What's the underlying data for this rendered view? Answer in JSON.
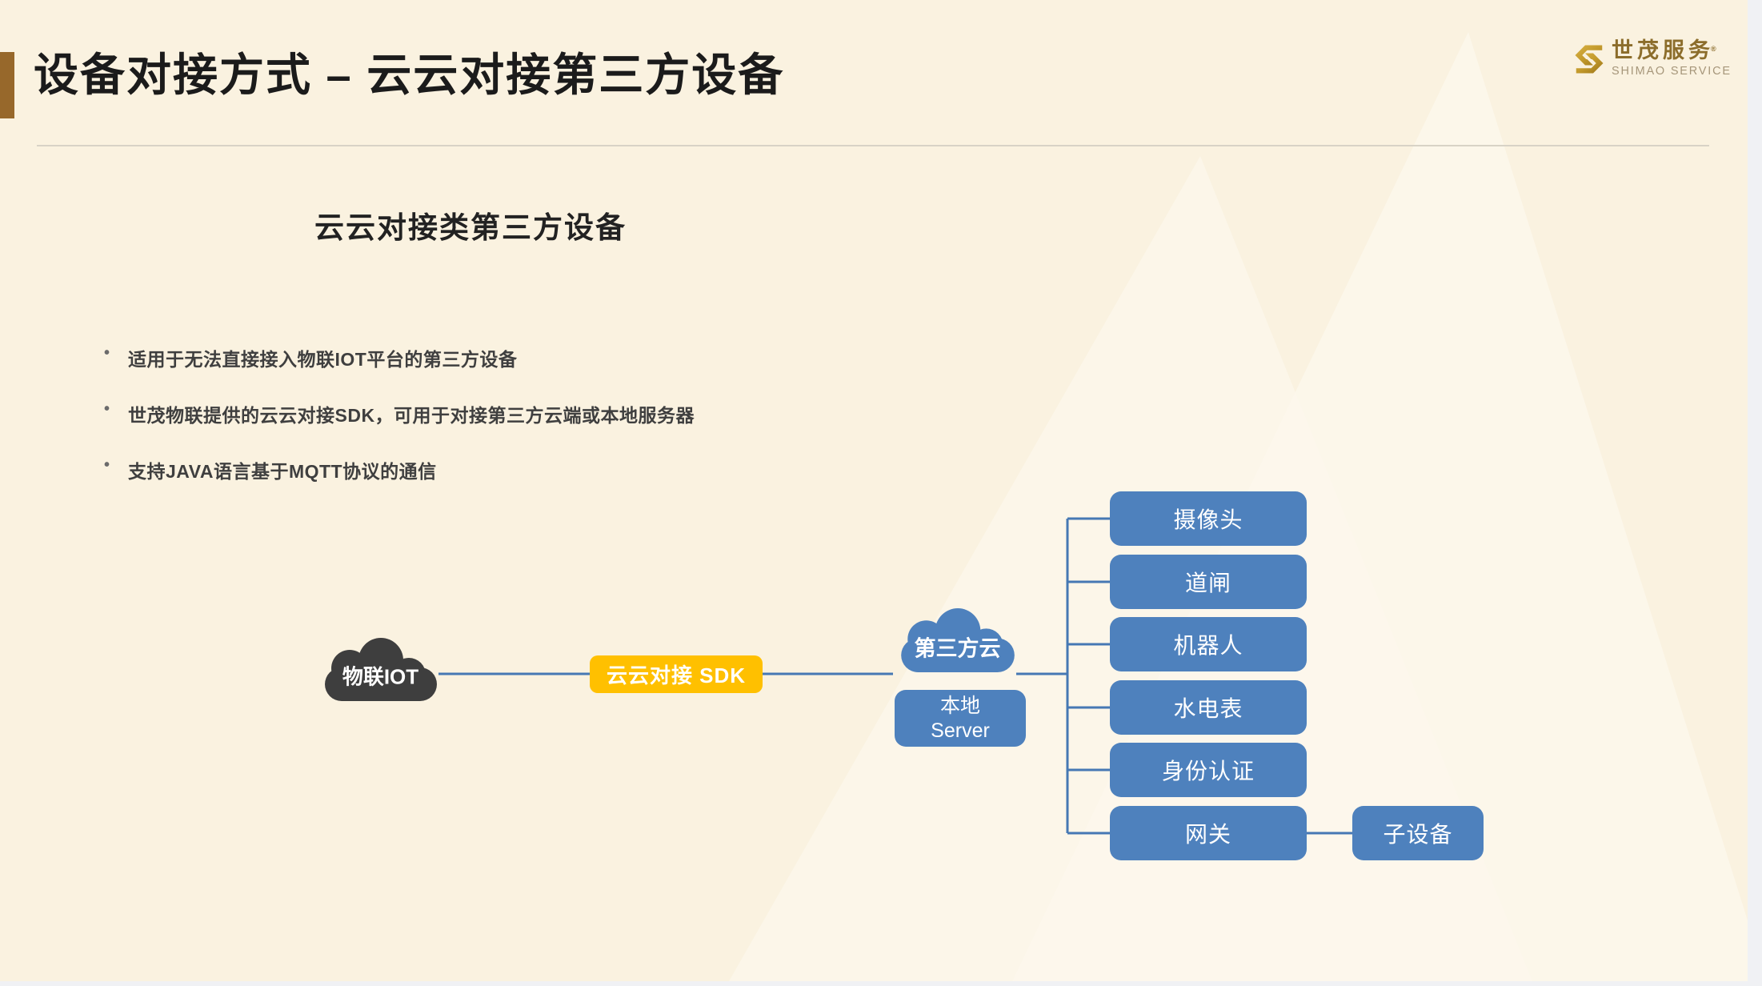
{
  "page": {
    "title": "设备对接方式 – 云云对接第三方设备"
  },
  "logo": {
    "name_cn": "世茂服务",
    "reg_mark": "®",
    "name_en": "SHIMAO SERVICE"
  },
  "content": {
    "subtitle": "云云对接类第三方设备",
    "bullets": [
      {
        "text": "适用于无法直接接入物联IOT平台的第三方设备"
      },
      {
        "text": "世茂物联提供的云云对接SDK，可用于对接第三方云端或本地服务器"
      },
      {
        "text": "支持JAVA语言基于MQTT协议的通信"
      }
    ]
  },
  "diagram": {
    "iot_cloud": {
      "label": "物联IOT"
    },
    "sdk_box": {
      "label": "云云对接 SDK"
    },
    "third_party_cloud": {
      "label": "第三方云"
    },
    "local_server": {
      "line1": "本地",
      "line2": "Server"
    },
    "devices": [
      {
        "label": "摄像头"
      },
      {
        "label": "道闸"
      },
      {
        "label": "机器人"
      },
      {
        "label": "水电表"
      },
      {
        "label": "身份认证"
      },
      {
        "label": "网关"
      }
    ],
    "sub_device": {
      "label": "子设备"
    },
    "connections": [
      {
        "from": "物联IOT",
        "to": "云云对接 SDK"
      },
      {
        "from": "云云对接 SDK",
        "to": "第三方云 / 本地 Server"
      },
      {
        "from": "第三方云 / 本地 Server",
        "to": "摄像头"
      },
      {
        "from": "第三方云 / 本地 Server",
        "to": "道闸"
      },
      {
        "from": "第三方云 / 本地 Server",
        "to": "机器人"
      },
      {
        "from": "第三方云 / 本地 Server",
        "to": "水电表"
      },
      {
        "from": "第三方云 / 本地 Server",
        "to": "身份认证"
      },
      {
        "from": "第三方云 / 本地 Server",
        "to": "网关"
      },
      {
        "from": "网关",
        "to": "子设备"
      }
    ]
  },
  "colors": {
    "cream": "#FAF2E0",
    "cream-light": "#FCF7EA",
    "cream-lighter": "#FDF8EC",
    "blue": "#4E81BD",
    "blue-line": "#4678B4",
    "yellow": "#FFC000",
    "dark-cloud": "#3E3E3E",
    "gold-bar": "#97682B",
    "title-color": "#1B1B1B",
    "text-color": "#3F3F3F",
    "divider": "#D8D3C6",
    "gold-dark": "#8C6D2B",
    "gold-light": "#C9A335",
    "gold-muted": "#A6967A",
    "gutter": "#F0F1F4"
  }
}
